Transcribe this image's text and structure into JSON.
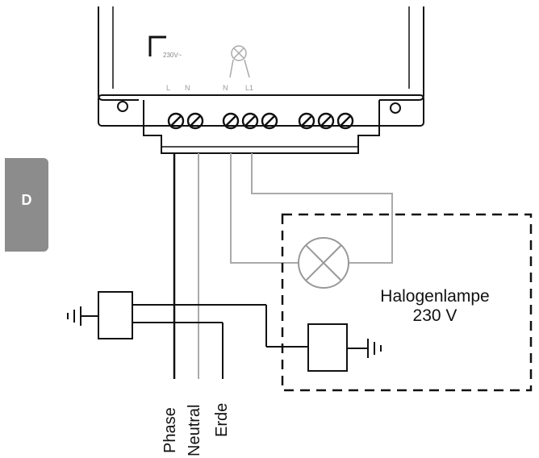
{
  "tab": {
    "letter": "D"
  },
  "device": {
    "voltage_label": "230V~",
    "terminals": [
      "L",
      "N",
      "N",
      "L1"
    ]
  },
  "lamp": {
    "name": "Halogenlampe",
    "voltage": "230 V"
  },
  "wires": {
    "phase": "Phase",
    "neutral": "Neutral",
    "earth": "Erde"
  },
  "colors": {
    "line": "#111111",
    "grey_wire": "#aaaaaa",
    "tab": "#8c8c8c"
  }
}
